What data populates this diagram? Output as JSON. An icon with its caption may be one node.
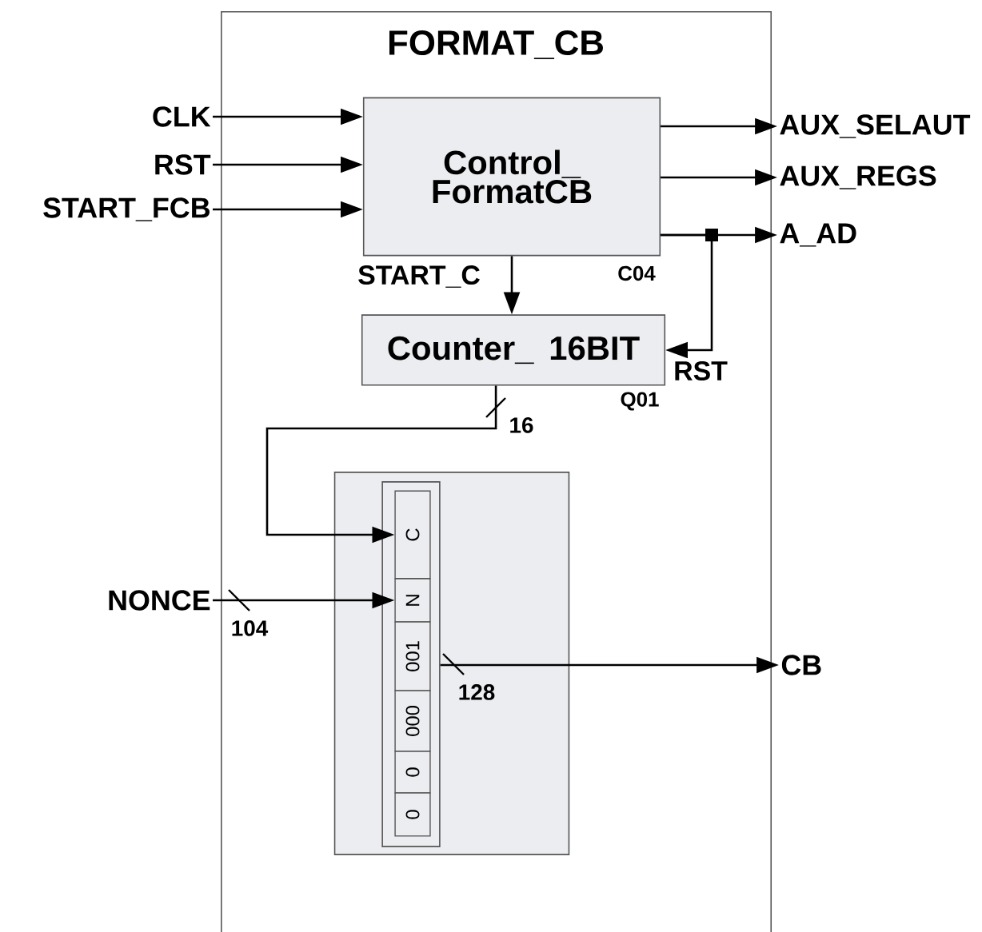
{
  "diagram": {
    "nodes": [
      {
        "text": [
          "FORMAT_CB"
        ]
      },
      {
        "text": [
          "CLK"
        ]
      },
      {
        "text": [
          "RST"
        ]
      },
      {
        "text": [
          "START_FCB"
        ]
      },
      {
        "text": [
          "Control_ FormatCB"
        ],
        "in": 0,
        "beside": [
          "C04"
        ]
      },
      {
        "text": [
          "AUX_SELAUT"
        ]
      },
      {
        "text": [
          "AUX_REGS"
        ]
      },
      {
        "text": [
          "A_AD"
        ]
      },
      {
        "text": [
          "Counter_ 16BIT"
        ],
        "in": 0,
        "beside": [
          "Q01"
        ]
      },
      {
        "text": [],
        "shape": "box",
        "in": 0
      },
      {
        "text": [],
        "shape": "box",
        "in": 9
      },
      {
        "text": [
          "C"
        ],
        "in": 10
      },
      {
        "text": [
          "N"
        ],
        "in": 10
      },
      {
        "text": [
          "001"
        ],
        "in": 10
      },
      {
        "text": [
          "000"
        ],
        "in": 10
      },
      {
        "text": [
          "0"
        ],
        "in": 10
      },
      {
        "text": [
          "0"
        ],
        "in": 10
      },
      {
        "text": [
          "NONCE"
        ]
      },
      {
        "text": [
          "CB"
        ]
      }
    ],
    "edges": [
      {
        "from": 1,
        "to": 4,
        "arrow": "to"
      },
      {
        "from": 2,
        "to": 4,
        "arrow": "to"
      },
      {
        "from": 3,
        "to": 4,
        "arrow": "to"
      },
      {
        "from": 4,
        "to": 5,
        "arrow": "to"
      },
      {
        "from": 4,
        "to": 6,
        "arrow": "to"
      },
      {
        "from": 4,
        "to": 7,
        "arrow": "to"
      },
      {
        "from": 4,
        "to": 8,
        "arrow": "to",
        "label": "START_C"
      },
      {
        "from": 4,
        "to": 8,
        "arrow": "to",
        "label": "RST"
      },
      {
        "from": 8,
        "to": 11,
        "arrow": "to",
        "label": "16"
      },
      {
        "from": 17,
        "to": 12,
        "arrow": "to",
        "label": "104"
      },
      {
        "from": 10,
        "to": 18,
        "arrow": "to",
        "label": "128"
      }
    ]
  }
}
